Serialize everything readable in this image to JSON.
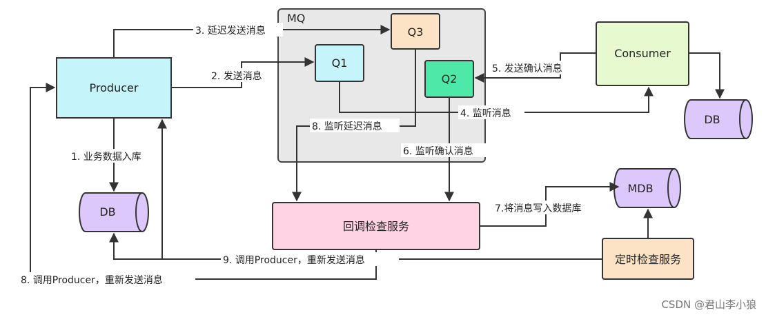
{
  "nodes": {
    "mq": "MQ",
    "producer": "Producer",
    "q1": "Q1",
    "q2": "Q2",
    "q3": "Q3",
    "consumer": "Consumer",
    "db_consumer": "DB",
    "db_producer": "DB",
    "mdb": "MDB",
    "callback_service": "回调检查服务",
    "timer_service": "定时检查服务"
  },
  "edges": {
    "e1": "1. 业务数据入库",
    "e2": "2. 发送消息",
    "e3": "3. 延迟发送消息",
    "e4": "4. 监听消息",
    "e5": "5. 发送确认消息",
    "e6": "6. 监听确认消息",
    "e7": "7.将消息写入数据库",
    "e8a": "8. 监听延迟消息",
    "e8b": "8. 调用Producer，重新发送消息",
    "e9": "9. 调用Producer，重新发送消息"
  },
  "watermark": "CSDN @君山李小狼",
  "colors": {
    "producer": "#c5f5fb",
    "q1": "#c5f5fb",
    "q2": "#4ee8a8",
    "q3": "#fde3c5",
    "consumer": "#e6f9cf",
    "db": "#dcc8fb",
    "callback": "#ffd3e3",
    "timer": "#fde3c5",
    "mq": "#e8e8e8"
  }
}
